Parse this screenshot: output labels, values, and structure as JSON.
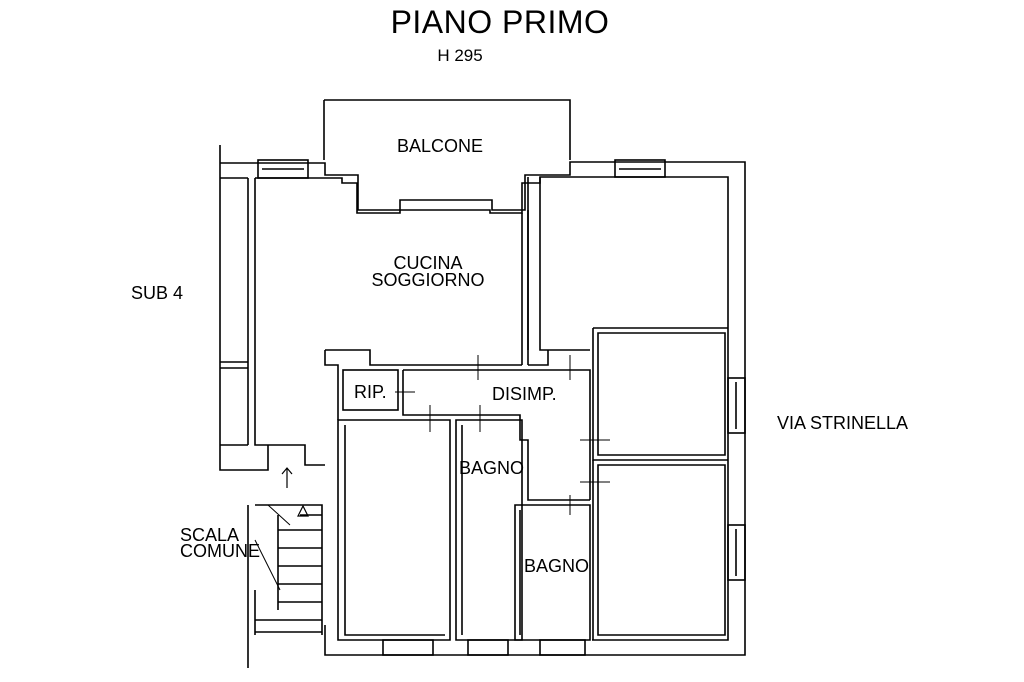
{
  "title": "PIANO PRIMO",
  "height_label": "H 295",
  "rooms": {
    "balcone": "BALCONE",
    "cucina_line1": "CUCINA",
    "cucina_line2": "SOGGIORNO",
    "rip": "RIP.",
    "disimp": "DISIMP.",
    "bagno1": "BAGNO",
    "bagno2": "BAGNO"
  },
  "surroundings": {
    "sub": "SUB 4",
    "scala_line1": "SCALA",
    "scala_line2": "COMUNE",
    "street": "VIA STRINELLA"
  },
  "colors": {
    "line": "#000000",
    "background": "#ffffff"
  }
}
